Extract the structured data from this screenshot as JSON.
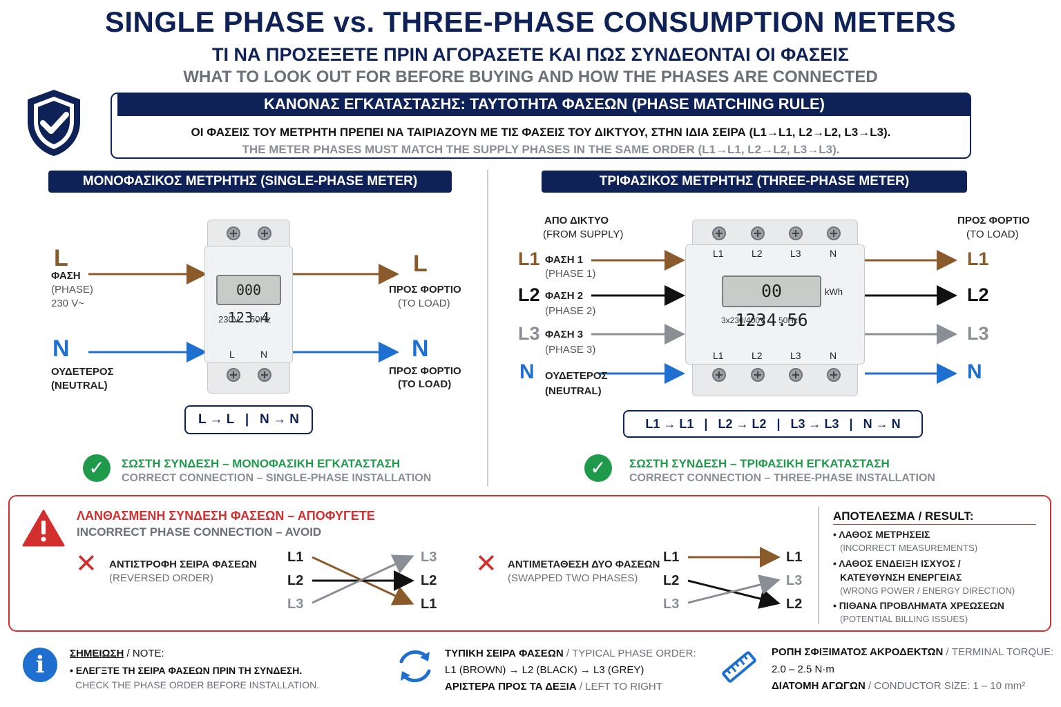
{
  "header": {
    "title": "SINGLE PHASE vs. THREE-PHASE CONSUMPTION METERS",
    "subtitle_gr": "ΤΙ ΝΑ ΠΡΟΣΕΞΕΤΕ ΠΡΙΝ ΑΓΟΡΑΣΕΤΕ ΚΑΙ ΠΩΣ ΣΥΝΔΕΟΝΤΑΙ ΟΙ ΦΑΣΕΙΣ",
    "subtitle_en": "WHAT TO LOOK OUT FOR BEFORE BUYING AND HOW THE PHASES ARE CONNECTED"
  },
  "rule": {
    "heading": "ΚΑΝΟΝΑΣ ΕΓΚΑΤΑΣΤΑΣΗΣ: ΤΑΥΤΟΤΗΤΑ ΦΑΣΕΩΝ (PHASE MATCHING RULE)",
    "text_gr": "ΟΙ ΦΑΣΕΙΣ ΤΟΥ ΜΕΤΡΗΤΗ ΠΡΕΠΕΙ ΝΑ ΤΑΙΡΙΑΖΟΥΝ ΜΕ ΤΙΣ ΦΑΣΕΙΣ ΤΟΥ ΔΙΚΤΥΟΥ, ΣΤΗΝ ΙΔΙΑ ΣΕΙΡΑ (L1→L1, L2→L2, L3→L3).",
    "text_en": "THE METER PHASES MUST MATCH THE SUPPLY PHASES IN THE SAME ORDER (L1→L1, L2→L2, L3→L3)."
  },
  "single": {
    "heading": "ΜΟΝΟΦΑΣΙΚΟΣ ΜΕΤΡΗΤΗΣ (SINGLE-PHASE METER)",
    "in_l": "L",
    "in_l_gr": "ΦΑΣΗ",
    "in_l_en": "(PHASE)",
    "in_l_v": "230 V~",
    "in_n": "N",
    "in_n_gr": "ΟΥΔΕΤΕΡΟΣ",
    "in_n_en": "(NEUTRAL)",
    "out_l": "L",
    "out_n": "N",
    "out_gr": "ΠΡΟΣ ΦΟΡΤΙΟ",
    "out_en": "(TO LOAD)",
    "lcd": "000 123.4",
    "volt": "230V",
    "freq": "50Hz",
    "term_l": "L",
    "term_n": "N",
    "pill": "L → L   |   N → N",
    "ok_gr": "ΣΩΣΤΗ ΣΥΝΔΕΣΗ – ΜΟΝΟΦΑΣΙΚΗ ΕΓΚΑΤΑΣΤΑΣΗ",
    "ok_en": "CORRECT CONNECTION – SINGLE-PHASE INSTALLATION"
  },
  "three": {
    "heading": "ΤΡΙΦΑΣΙΚΟΣ ΜΕΤΡΗΤΗΣ (THREE-PHASE METER)",
    "from_gr": "ΑΠΟ ΔΙΚΤΥΟ",
    "from_en": "(FROM SUPPLY)",
    "to_gr": "ΠΡΟΣ ΦΟΡΤΙΟ",
    "to_en": "(TO LOAD)",
    "lines": [
      {
        "name": "L1",
        "gr": "ΦΑΣΗ 1",
        "en": "(PHASE 1)"
      },
      {
        "name": "L2",
        "gr": "ΦΑΣΗ 2",
        "en": "(PHASE 2)"
      },
      {
        "name": "L3",
        "gr": "ΦΑΣΗ 3",
        "en": "(PHASE 3)"
      },
      {
        "name": "N",
        "gr": "ΟΥΔΕΤΕΡΟΣ",
        "en": "(NEUTRAL)"
      }
    ],
    "terminals": [
      "L1",
      "L2",
      "L3",
      "N"
    ],
    "lcd": "00 1234.56",
    "unit": "kWh",
    "rating": "3x230/400V",
    "freq": "50Hz",
    "pill": "L1 → L1   |   L2 → L2   |   L3 → L3   |   N → N",
    "ok_gr": "ΣΩΣΤΗ ΣΥΝΔΕΣΗ – ΤΡΙΦΑΣΙΚΗ ΕΓΚΑΤΑΣΤΑΣΗ",
    "ok_en": "CORRECT CONNECTION – THREE-PHASE INSTALLATION"
  },
  "error": {
    "heading_gr": "ΛΑΝΘΑΣΜΕΝΗ ΣΥΝΔΕΣΗ ΦΑΣΕΩΝ – ΑΠΟΦΥΓΕΤΕ",
    "heading_en": "INCORRECT PHASE CONNECTION – AVOID",
    "rev_gr": "ΑΝΤΙΣΤΡΟΦΗ ΣΕΙΡΑ ΦΑΣΕΩΝ",
    "rev_en": "(REVERSED ORDER)",
    "rev_left": [
      "L1",
      "L2",
      "L3"
    ],
    "rev_right": [
      "L3",
      "L2",
      "L1"
    ],
    "swap_gr": "ΑΝΤΙΜΕΤΑΘΕΣΗ ΔΥΟ ΦΑΣΕΩΝ",
    "swap_en": "(SWAPPED TWO PHASES)",
    "swap_left": [
      "L1",
      "L2",
      "L3"
    ],
    "swap_right": [
      "L1",
      "L3",
      "L2"
    ],
    "result_head": "ΑΠΟΤΕΛΕΣΜΑ / RESULT:",
    "r1_gr": "• ΛΑΘΟΣ ΜΕΤΡΗΣΕΙΣ",
    "r1_en": "(INCORRECT MEASUREMENTS)",
    "r2_gr_a": "• ΛΑΘΟΣ ΕΝΔΕΙΞΗ ΙΣΧΥΟΣ /",
    "r2_gr_b": "ΚΑΤΕΥΘΥΝΣΗ ΕΝΕΡΓΕΙΑΣ",
    "r2_en": "(WRONG POWER / ENERGY DIRECTION)",
    "r3_gr": "• ΠΙΘΑΝΑ ΠΡΟΒΛΗΜΑΤΑ ΧΡΕΩΣΕΩΝ",
    "r3_en": "(POTENTIAL BILLING ISSUES)"
  },
  "footer": {
    "note_head_gr": "ΣΗΜΕΙΩΣΗ",
    "note_head_en": " / NOTE:",
    "note_gr": "• ΕΛΕΓΞΤΕ ΤΗ ΣΕΙΡΑ ΦΑΣΕΩΝ ΠΡΙΝ ΤΗ ΣΥΝΔΕΣΗ.",
    "note_en": "CHECK THE PHASE ORDER BEFORE INSTALLATION.",
    "order_head_gr": "ΤΥΠΙΚΗ ΣΕΙΡΑ ΦΑΣΕΩΝ",
    "order_head_en": " / TYPICAL PHASE ORDER:",
    "order_line": "L1 (BROWN) → L2 (BLACK) → L3 (GREY)",
    "order_dir_gr": "ΑΡΙΣΤΕΡΑ ΠΡΟΣ ΤΑ ΔΕΞΙΑ",
    "order_dir_en": " / LEFT TO RIGHT",
    "torque_head_gr": "ΡΟΠΗ ΣΦΙΞΙΜΑΤΟΣ ΑΚΡΟΔΕΚΤΩΝ",
    "torque_head_en": " / TERMINAL TORQUE:",
    "torque_val": "2.0 – 2.5 N·m",
    "cond_gr": "ΔΙΑΤΟΜΗ ΑΓΩΓΩΝ",
    "cond_en": " / CONDUCTOR SIZE: 1 – 10 mm²"
  },
  "colors": {
    "navy": "#0f2257",
    "brown": "#8b5a2b",
    "black": "#111111",
    "grey": "#8a8e95",
    "blue": "#1e6fd0",
    "green": "#1f9a4a",
    "red": "#d32f2f"
  }
}
